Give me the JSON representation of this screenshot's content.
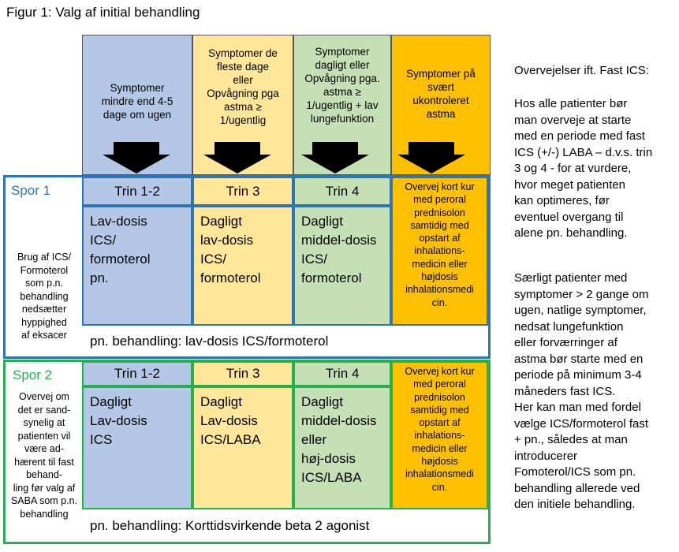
{
  "title": "Figur 1:  Valg af initial behandling",
  "columns": [
    {
      "text": "Symptomer\nmindre end 4-5\ndage om ugen",
      "color": "#b4c7e7"
    },
    {
      "text": "Symptomer de\nfleste dage\neller\nOpvågning pga\nastma ≥\n1/ugentlig",
      "color": "#ffe699"
    },
    {
      "text": "Symptomer\ndagligt eller\nOpvågning pga.\nastma ≥\n1/ugentlig + lav\nlungefunktion",
      "color": "#c5e0b4"
    },
    {
      "text": "Symptomer på\nsvært\nukontroleret\nastma",
      "color": "#ffc000"
    }
  ],
  "spor1": {
    "label": "Spor 1",
    "note": "Brug af ICS/\nFormoterol\nsom p.n.\nbehandling\nnedsætter\nhyppighed\naf eksacer",
    "steps": [
      "Trin 1-2",
      "Trin 3",
      "Trin 4"
    ],
    "treatments": [
      "Lav-dosis\nICS/\nformoterol\npn.",
      "Dagligt\nlav-dosis\nICS/\nformoterol",
      "Dagligt\nmiddel-dosis\nICS/\nformoterol"
    ],
    "orange": "Overvej kort kur\nmed peroral\nprednisolon\nsamtidig med\nopstart af\ninhalations-\nmedicin eller\nhøjdosis\ninhalationsmedi\ncin.",
    "pn": "pn. behandling: lav-dosis ICS/formoterol",
    "border": "#2e75b6"
  },
  "spor2": {
    "label": "Spor 2",
    "note": "Overvej om\ndet er sand-\nsynelig at\npatienten vil\nvære ad-\nhærent til fast\nbehand-\nling før valg af\nSABA som p.n.\nbehandling",
    "steps": [
      "Trin 1-2",
      "Trin 3",
      "Trin 4"
    ],
    "treatments": [
      "Dagligt\nLav-dosis\nICS",
      "Dagligt\nLav-dosis\nICS/LABA",
      "Dagligt\nmiddel-dosis\neller\nhøj-dosis\nICS/LABA"
    ],
    "orange": "Overvej kort kur\nmed peroral\nprednisolon\nsamtidig med\nopstart af\ninhalations-\nmedicin eller\nhøjdosis\ninhalationsmedi\ncin.",
    "pn": "pn. behandling: Korttidsvirkende beta 2 agonist",
    "border": "#22b14c"
  },
  "sidebar": {
    "heading": "Overvejelser ift. Fast ICS:",
    "p1": "Hos alle patienter bør\nman overveje at starte\nmed en periode med fast\nICS (+/-) LABA – d.v.s. trin\n3 og 4 - for at vurdere,\nhvor meget patienten\nkan optimeres, før\neventuel overgang til\nalene pn. behandling.",
    "p2": "Særligt patienter med\nsymptomer > 2 gange om\nugen, natlige symptomer,\nnedsat lungefunktion\neller forværringer af\nastma bør starte med en\nperiode på minimum 3-4\nmåneders fast ICS.\nHer kan man med fordel\nvælge ICS/formoterol fast\n+ pn., således at man\nintroducerer\nFomoterol/ICS som pn.\nbehandling allerede ved\nden initiele behandling."
  }
}
